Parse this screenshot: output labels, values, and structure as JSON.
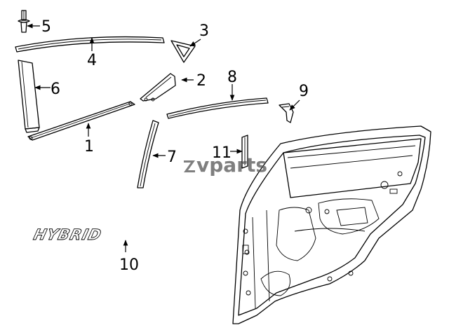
{
  "callouts": [
    "1",
    "2",
    "3",
    "4",
    "5",
    "6",
    "7",
    "8",
    "9",
    "10",
    "11"
  ],
  "emblem": {
    "text": "HYBRID"
  },
  "watermark": {
    "text": "vparts"
  }
}
